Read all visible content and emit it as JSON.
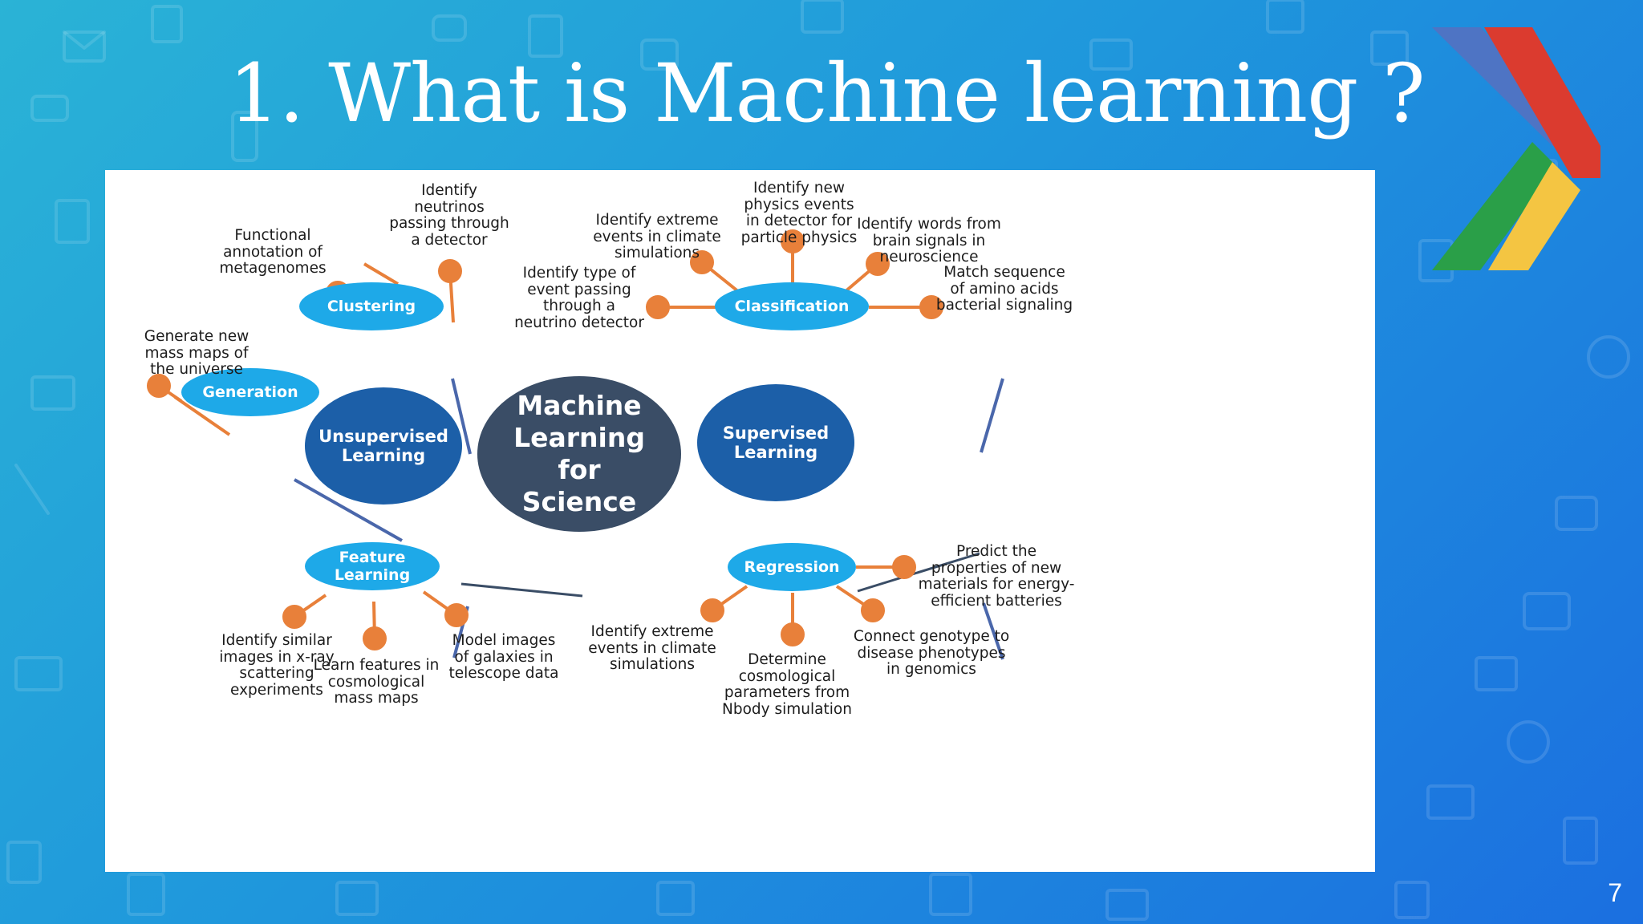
{
  "title": "1. What is Machine learning ?",
  "page_number": "7",
  "colors": {
    "accent_light": "#1ea9e8",
    "accent_dark": "#1464b0",
    "center_node": "#3a4d66",
    "leaf_dot": "#e8803a",
    "connector_blue": "#4a67ab"
  },
  "diagram": {
    "center": "Machine\nLearning\nfor\nScience",
    "unsupervised": {
      "label": "Unsupervised\nLearning",
      "clustering": {
        "label": "Clustering",
        "leaves": [
          "Functional\nannotation of\nmetagenomes",
          "Identify\nneutrinos\npassing through\na detector"
        ]
      },
      "generation": {
        "label": "Generation",
        "leaves": [
          "Generate new\nmass maps of\nthe universe"
        ]
      },
      "feature_learning": {
        "label": "Feature\nLearning",
        "leaves": [
          "Identify similar\nimages in x-ray\nscattering\nexperiments",
          "Learn features in\ncosmological\nmass maps",
          "Model images\nof galaxies in\ntelescope data"
        ]
      }
    },
    "supervised": {
      "label": "Supervised\nLearning",
      "classification": {
        "label": "Classification",
        "leaves": [
          "Identify type of\nevent passing\nthrough a\nneutrino detector",
          "Identify extreme\nevents in climate\nsimulations",
          "Identify new\nphysics events\nin detector for\nparticle physics",
          "Identify words from\nbrain signals in\nneuroscience",
          "Match sequence\nof amino acids\nbacterial signaling"
        ]
      },
      "regression": {
        "label": "Regression",
        "leaves": [
          "Predict the\nproperties of new\nmaterials for energy-\nefficient batteries",
          "Connect genotype to\ndisease phenotypes\nin genomics",
          "Determine\ncosmological\nparameters from\nNbody simulation",
          "Identify extreme\nevents in climate\nsimulations"
        ]
      }
    }
  }
}
